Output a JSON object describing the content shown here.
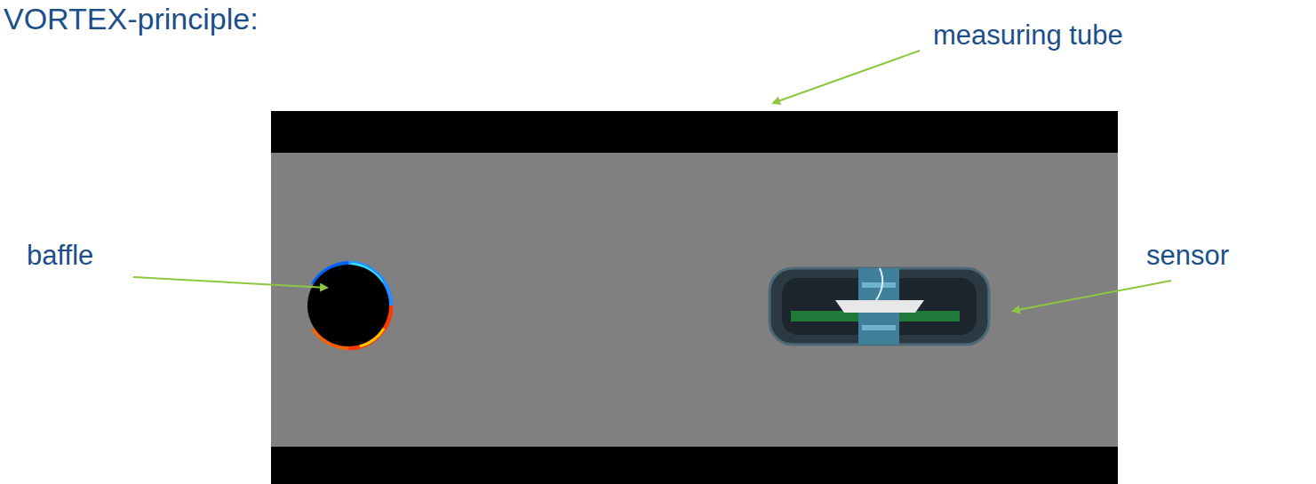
{
  "diagram": {
    "title": "VORTEX-principle:",
    "labels": [
      "measuring tube",
      "baffle",
      "sensor"
    ]
  }
}
